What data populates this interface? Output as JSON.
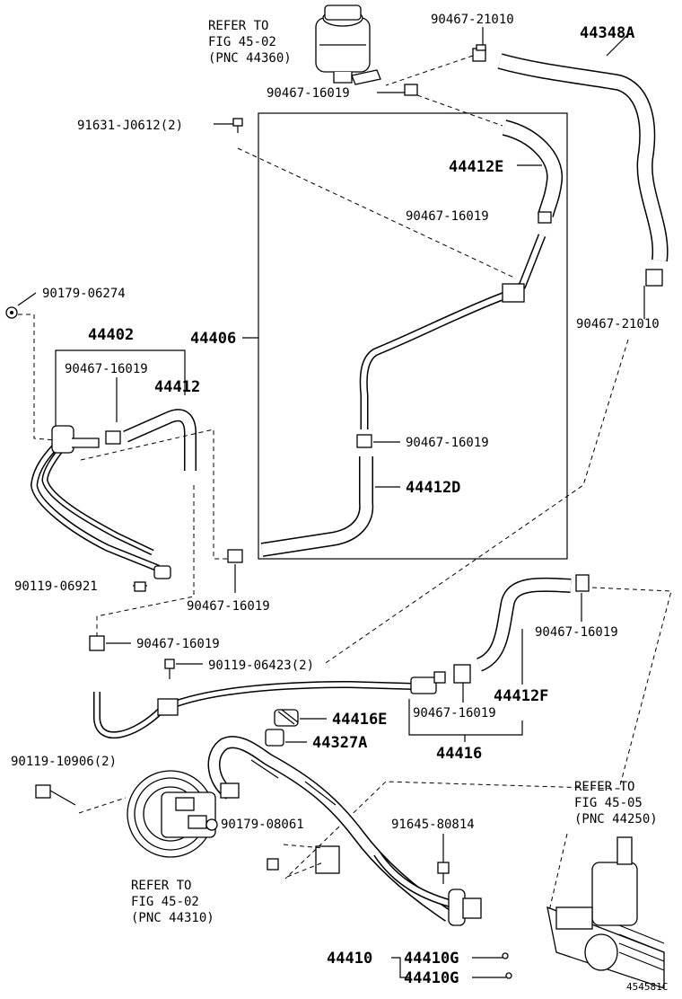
{
  "labels": {
    "reservoir_ref": [
      "REFER TO",
      "FIG 45-02",
      "(PNC 44360)"
    ],
    "p90467_21010_top": "90467-21010",
    "p44348A": "44348A",
    "p90467_16019_a": "90467-16019",
    "p91631": "91631-J0612(2)",
    "p44412E": "44412E",
    "p90467_16019_b": "90467-16019",
    "p90179_06274": "90179-06274",
    "p90467_21010_right": "90467-21010",
    "p44402": "44402",
    "p44406": "44406",
    "p90467_16019_c": "90467-16019",
    "p44412": "44412",
    "p90467_16019_d": "90467-16019",
    "p44412D": "44412D",
    "p90119_06921": "90119-06921",
    "p90467_16019_e": "90467-16019",
    "p90467_16019_f": "90467-16019",
    "p90467_16019_g": "90467-16019",
    "p90119_06423": "90119-06423(2)",
    "p44412F": "44412F",
    "p44416E": "44416E",
    "p90467_16019_h": "90467-16019",
    "p44327A": "44327A",
    "p44416": "44416",
    "p90119_10906": "90119-10906(2)",
    "gear_ref": [
      "REFER TO",
      "FIG 45-05",
      "(PNC 44250)"
    ],
    "p90179_08061": "90179-08061",
    "p91645_80814": "91645-80814",
    "pump_ref": [
      "REFER TO",
      "FIG 45-02",
      "(PNC 44310)"
    ],
    "p44410": "44410",
    "p44410G_a": "44410G",
    "p44410G_b": "44410G",
    "illustration_no": "454581C"
  }
}
